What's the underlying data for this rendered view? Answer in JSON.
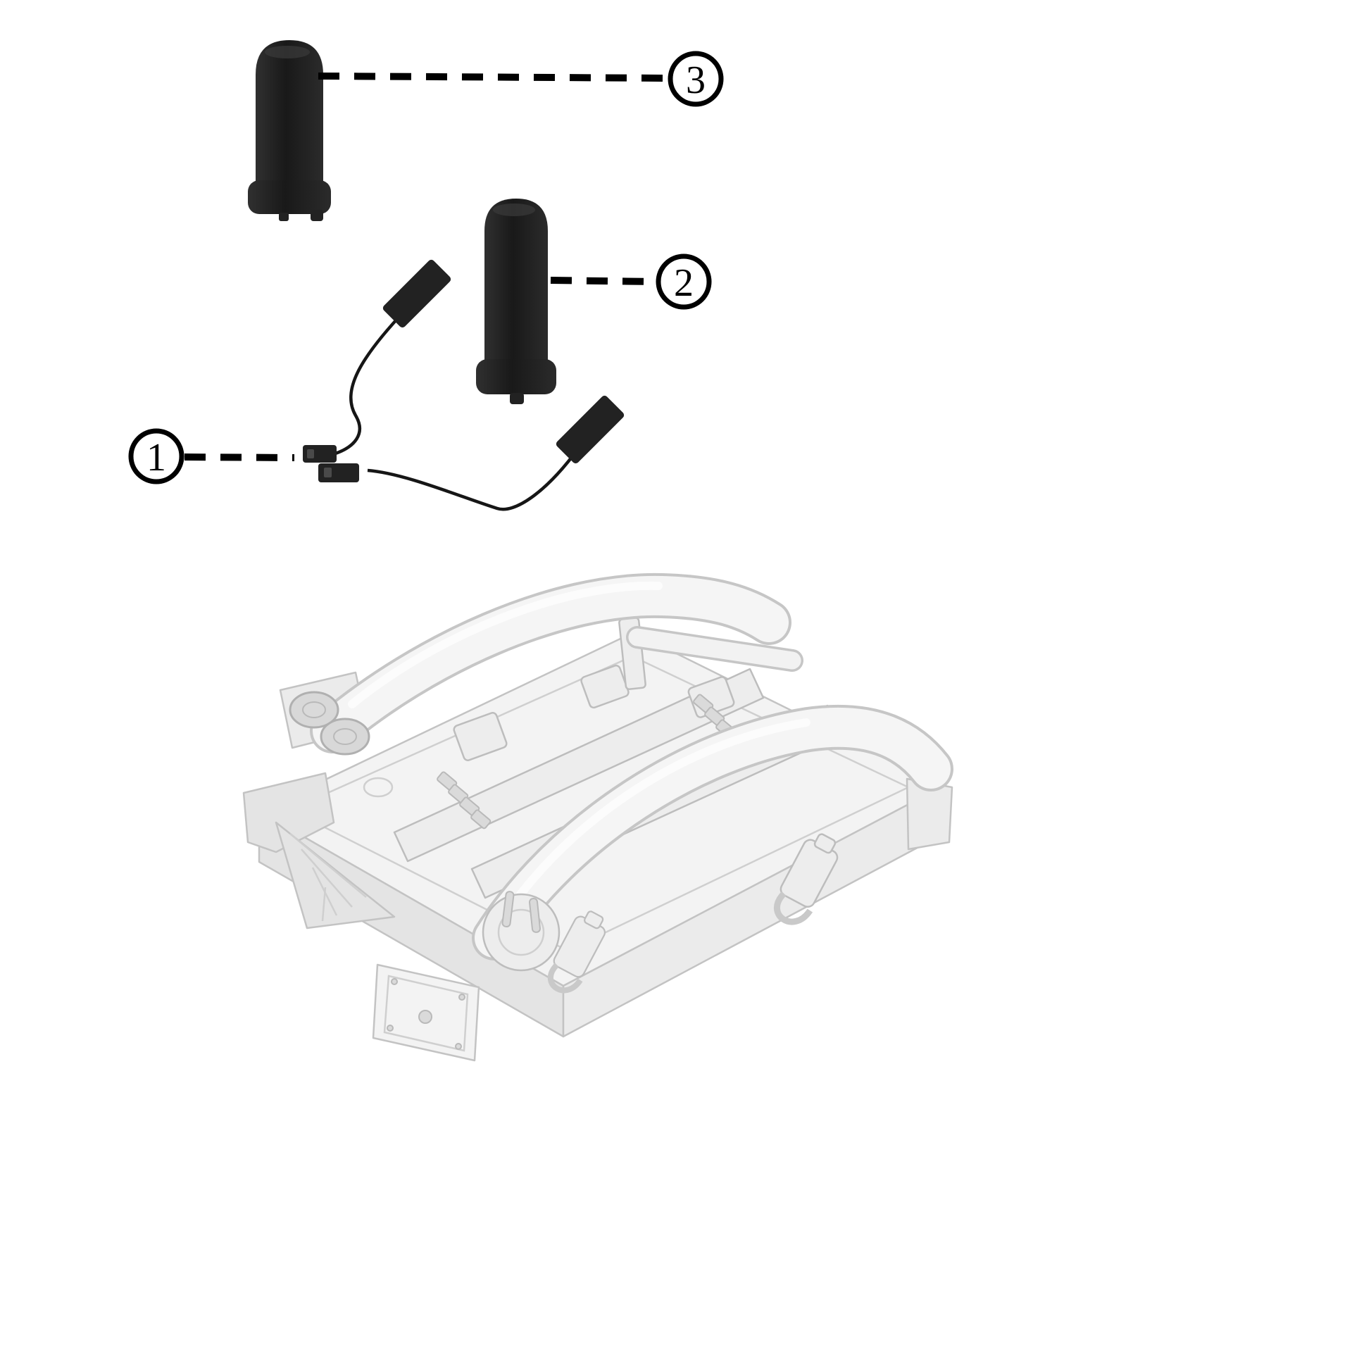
{
  "figure": {
    "type": "exploded-parts-diagram"
  },
  "callouts": [
    {
      "label": "1",
      "part": "antenna-cable-assembly"
    },
    {
      "label": "2",
      "part": "antenna-cylinder-short"
    },
    {
      "label": "3",
      "part": "antenna-cylinder-tall"
    }
  ],
  "colors": {
    "background": "#ffffff",
    "part_black": "#222222",
    "line_black": "#000000",
    "chassis_fill": "#f3f3f3",
    "chassis_side": "#e4e4e4",
    "chassis_stroke": "#c3c3c3",
    "chassis_detail": "#dadada"
  }
}
